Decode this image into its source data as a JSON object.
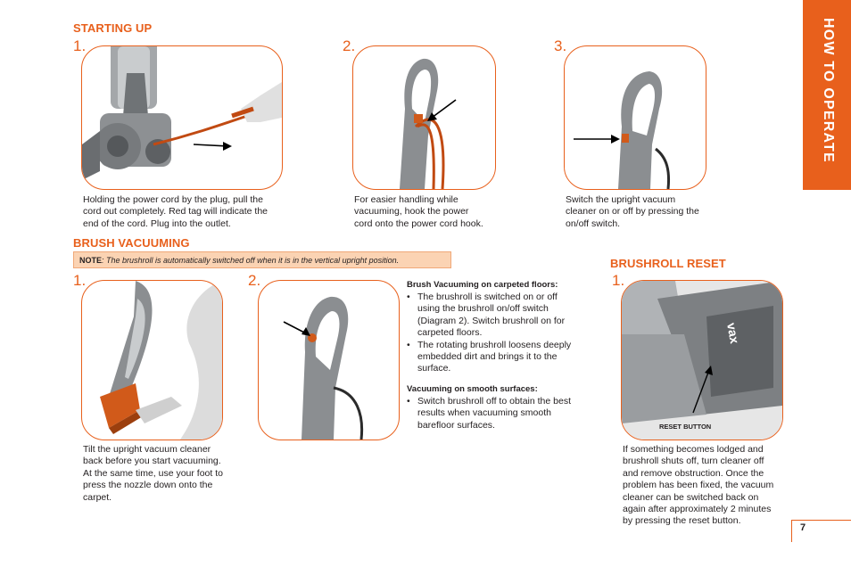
{
  "page": {
    "sidebar_title": "HOW TO OPERATE",
    "page_number": "7"
  },
  "starting_up": {
    "heading": "STARTING UP",
    "steps": [
      {
        "num": "1.",
        "text": "Holding the power cord by the plug, pull the cord out completely. Red tag will indicate the end of the cord. Plug into the outlet."
      },
      {
        "num": "2.",
        "text": "For easier handling while vacuuming, hook the power cord onto the power cord hook."
      },
      {
        "num": "3.",
        "text": "Switch the upright vacuum cleaner on or off by pressing the on/off switch."
      }
    ]
  },
  "brush_vacuuming": {
    "heading": "BRUSH VACUUMING",
    "note_label": "NOTE",
    "note_text": ": The brushroll is automatically switched off when it is in the vertical upright position.",
    "steps": [
      {
        "num": "1.",
        "text": "Tilt the upright vacuum cleaner back before you start vacuuming. At the same time, use your foot to press the nozzle down onto the carpet."
      },
      {
        "num": "2."
      }
    ],
    "carpeted_title": "Brush Vacuuming on carpeted floors:",
    "carpeted_bullets": [
      "The brushroll is switched on or off using the brushroll on/off switch (Diagram 2). Switch brushroll on for carpeted floors.",
      "The rotating brushroll loosens deeply embedded dirt and brings it to the surface."
    ],
    "smooth_title": "Vacuuming on smooth surfaces:",
    "smooth_bullets": [
      "Switch brushroll off to obtain the best results when vacuuming smooth barefloor surfaces."
    ]
  },
  "brushroll_reset": {
    "heading": "BRUSHROLL RESET",
    "num": "1.",
    "image_label": "RESET BUTTON",
    "brand_on_image": "vax",
    "text": "If something becomes lodged and brushroll shuts off, turn cleaner off and remove obstruction. Once the problem has been fixed, the vacuum cleaner can be switched back on again after approximately 2 minutes by pressing the reset button."
  },
  "colors": {
    "accent": "#e8601c",
    "note_bg": "#fbd3b3",
    "text": "#231f20"
  }
}
